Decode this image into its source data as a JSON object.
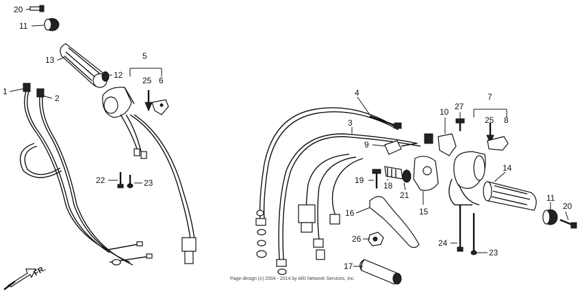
{
  "diagram": {
    "labels": [
      {
        "id": "p20a",
        "text": "20"
      },
      {
        "id": "p11a",
        "text": "11"
      },
      {
        "id": "p13",
        "text": "13"
      },
      {
        "id": "p12",
        "text": "12"
      },
      {
        "id": "p5",
        "text": "5"
      },
      {
        "id": "p25a",
        "text": "25"
      },
      {
        "id": "p6",
        "text": "6"
      },
      {
        "id": "p1",
        "text": "1"
      },
      {
        "id": "p2",
        "text": "2"
      },
      {
        "id": "p22",
        "text": "22"
      },
      {
        "id": "p23a",
        "text": "23"
      },
      {
        "id": "p4",
        "text": "4"
      },
      {
        "id": "p3",
        "text": "3"
      },
      {
        "id": "p10",
        "text": "10"
      },
      {
        "id": "p27",
        "text": "27"
      },
      {
        "id": "p7",
        "text": "7"
      },
      {
        "id": "p25b",
        "text": "25"
      },
      {
        "id": "p8",
        "text": "8"
      },
      {
        "id": "p9",
        "text": "9"
      },
      {
        "id": "p14",
        "text": "14"
      },
      {
        "id": "p19",
        "text": "19"
      },
      {
        "id": "p18",
        "text": "18"
      },
      {
        "id": "p21",
        "text": "21"
      },
      {
        "id": "p15",
        "text": "15"
      },
      {
        "id": "p11b",
        "text": "11"
      },
      {
        "id": "p20b",
        "text": "20"
      },
      {
        "id": "p16",
        "text": "16"
      },
      {
        "id": "p26",
        "text": "26"
      },
      {
        "id": "p24",
        "text": "24"
      },
      {
        "id": "p23b",
        "text": "23"
      },
      {
        "id": "p17",
        "text": "17"
      }
    ],
    "fr_label": "FR.",
    "footer": "Page design (c) 2004 - 2014 by ARI Network Services, Inc."
  }
}
